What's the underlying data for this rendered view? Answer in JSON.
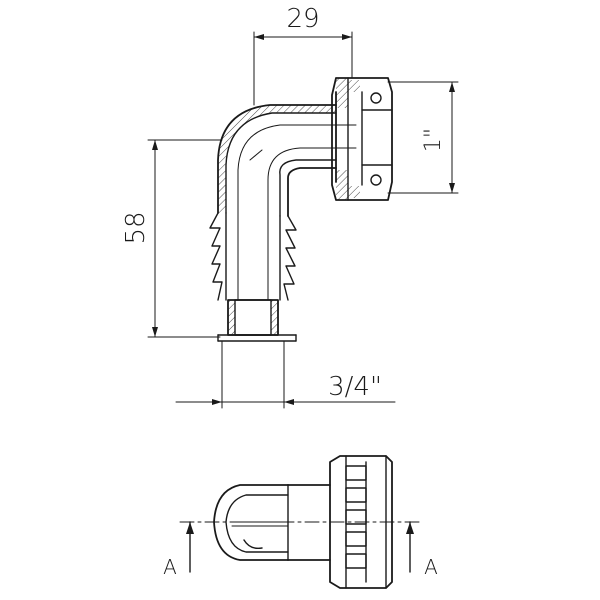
{
  "drawing": {
    "dimension_width_top": "29",
    "dimension_height_left": "58",
    "dimension_thread_right": "1\"",
    "dimension_thread_bottom": "3/4\"",
    "section_label_left": "A",
    "section_label_right": "A"
  }
}
